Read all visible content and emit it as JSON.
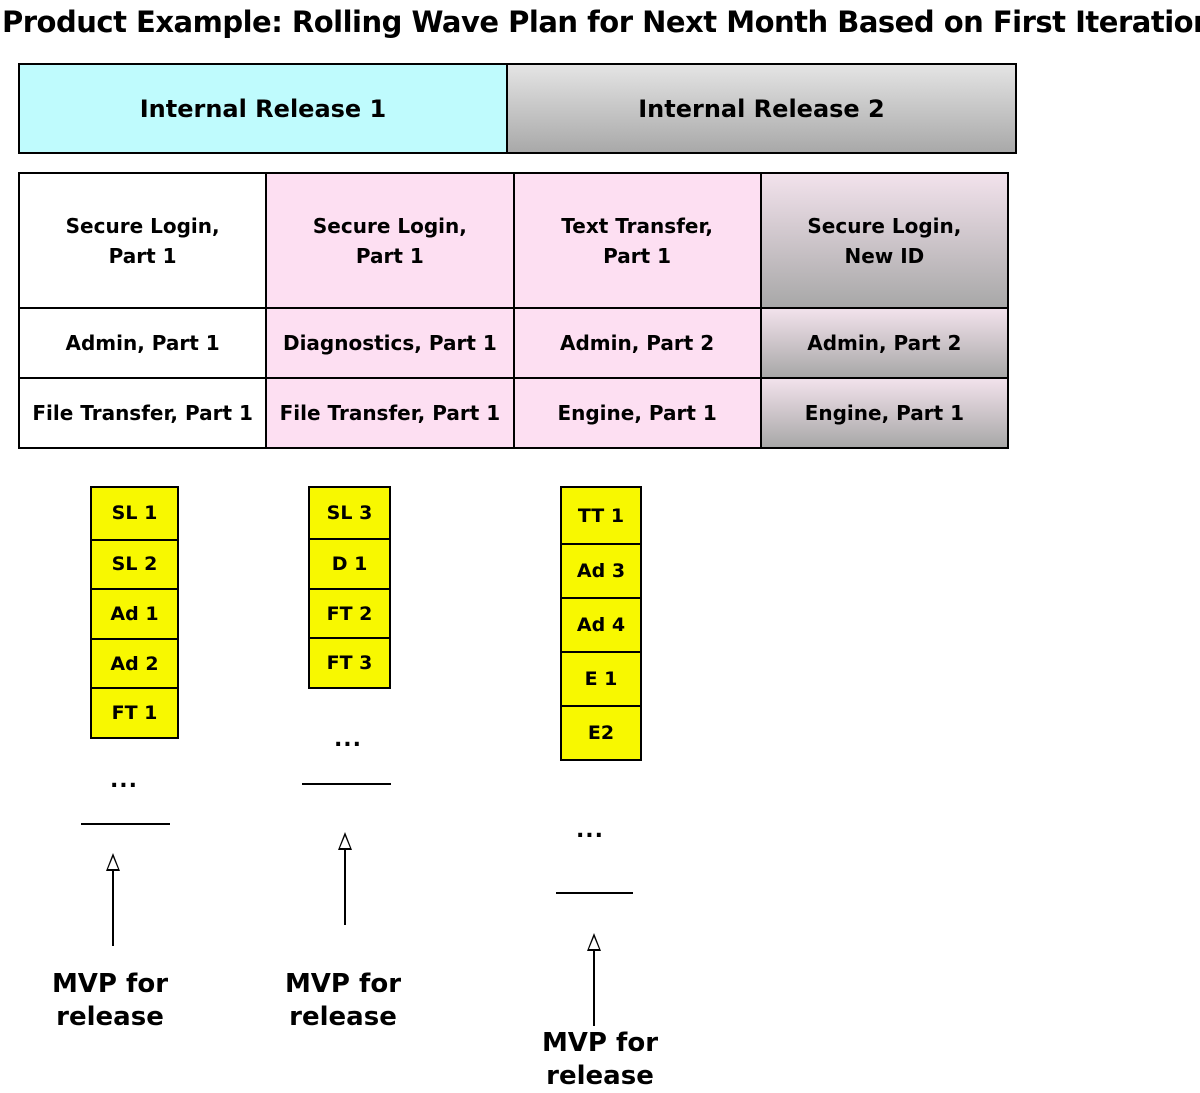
{
  "title": "Product Example: Rolling Wave Plan for Next Month Based on First Iteration",
  "releases": [
    "Internal Release 1",
    "Internal Release 2"
  ],
  "features": [
    [
      "Secure Login,\nPart 1",
      "Secure Login,\nPart 1",
      "Text Transfer,\nPart 1",
      "Secure Login,\nNew ID"
    ],
    [
      "Admin, Part 1",
      "Diagnostics, Part 1",
      "Admin, Part 2",
      "Admin, Part 2"
    ],
    [
      "File Transfer, Part 1",
      "File Transfer, Part 1",
      "Engine, Part 1",
      "Engine, Part 1"
    ]
  ],
  "colors": {
    "release_1": "#bffbfd",
    "release_2": "#b8b8b8",
    "white_cell": "#ffffff",
    "pink_cell": "#fddff2",
    "gray_cell": "#b8b8b8",
    "story_card": "#f8f800"
  },
  "backlogs": [
    {
      "stories": [
        "SL 1",
        "SL 2",
        "Ad 1",
        "Ad 2",
        "FT 1"
      ],
      "ellipsis": "...",
      "mvp_label": "MVP for\nrelease"
    },
    {
      "stories": [
        "SL 3",
        "D 1",
        "FT 2",
        "FT 3"
      ],
      "ellipsis": "...",
      "mvp_label": "MVP for\nrelease"
    },
    {
      "stories": [
        "TT 1",
        "Ad 3",
        "Ad 4",
        "E 1",
        "E2"
      ],
      "ellipsis": "...",
      "mvp_label": "MVP for\nrelease"
    }
  ]
}
